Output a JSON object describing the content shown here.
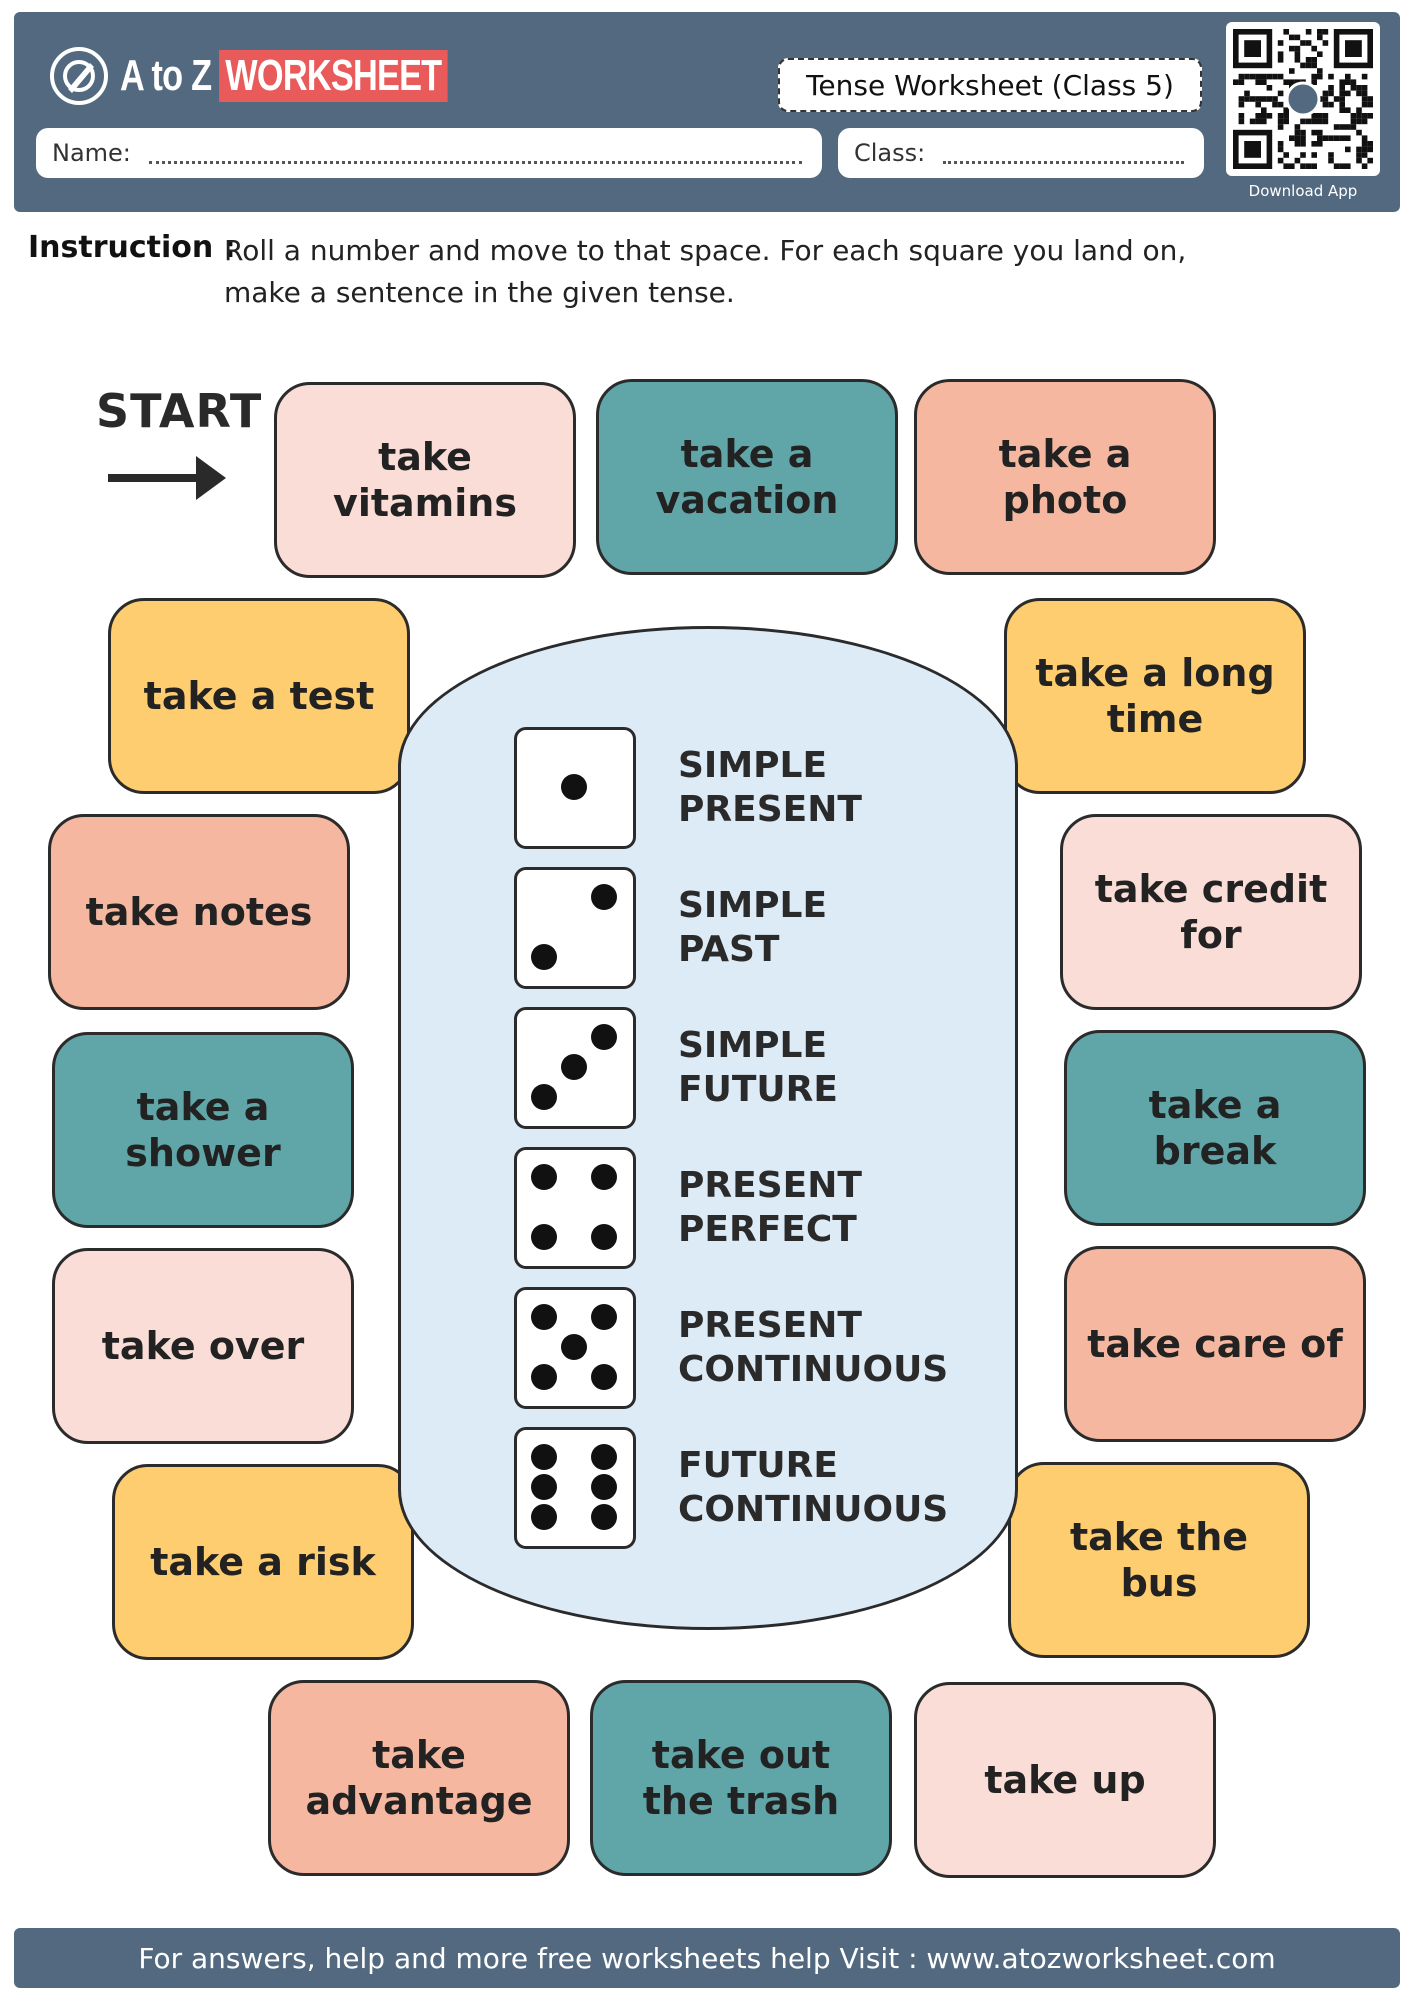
{
  "header": {
    "logo_text": "A to Z",
    "logo_badge": "WORKSHEET",
    "title": "Tense Worksheet (Class 5)",
    "name_label": "Name:",
    "class_label": "Class:",
    "qr_caption": "Download App"
  },
  "instruction": {
    "heading": "Instruction :",
    "text": "Roll a number and move to that space. For each square you land on, make a sentence in the given tense."
  },
  "board": {
    "start_label": "START",
    "tiles": [
      {
        "text": "take vitamins",
        "color": "#f9ddd6"
      },
      {
        "text": "take a vacation",
        "color": "#60a5a8"
      },
      {
        "text": "take a photo",
        "color": "#f6b7a0"
      },
      {
        "text": "take a long time",
        "color": "#fdcd6f"
      },
      {
        "text": "take credit for",
        "color": "#f9ddd6"
      },
      {
        "text": "take a break",
        "color": "#60a5a8"
      },
      {
        "text": "take care of",
        "color": "#f6b7a0"
      },
      {
        "text": "take the bus",
        "color": "#fdcd6f"
      },
      {
        "text": "take up",
        "color": "#f9ddd6"
      },
      {
        "text": "take out the trash",
        "color": "#60a5a8"
      },
      {
        "text": "take advantage",
        "color": "#f6b7a0"
      },
      {
        "text": "take a risk",
        "color": "#fdcd6f"
      },
      {
        "text": "take over",
        "color": "#f9ddd6"
      },
      {
        "text": "take a shower",
        "color": "#60a5a8"
      },
      {
        "text": "take notes",
        "color": "#f6b7a0"
      },
      {
        "text": "take a test",
        "color": "#fdcd6f"
      }
    ],
    "dice_key": [
      {
        "pips": 1,
        "tense_line1": "SIMPLE",
        "tense_line2": "PRESENT"
      },
      {
        "pips": 2,
        "tense_line1": "SIMPLE",
        "tense_line2": "PAST"
      },
      {
        "pips": 3,
        "tense_line1": "SIMPLE",
        "tense_line2": "FUTURE"
      },
      {
        "pips": 4,
        "tense_line1": "PRESENT",
        "tense_line2": "PERFECT"
      },
      {
        "pips": 5,
        "tense_line1": "PRESENT",
        "tense_line2": "CONTINUOUS"
      },
      {
        "pips": 6,
        "tense_line1": "FUTURE",
        "tense_line2": "CONTINUOUS"
      }
    ]
  },
  "footer": {
    "text": "For answers, help and more free worksheets help Visit : www.atozworksheet.com"
  }
}
